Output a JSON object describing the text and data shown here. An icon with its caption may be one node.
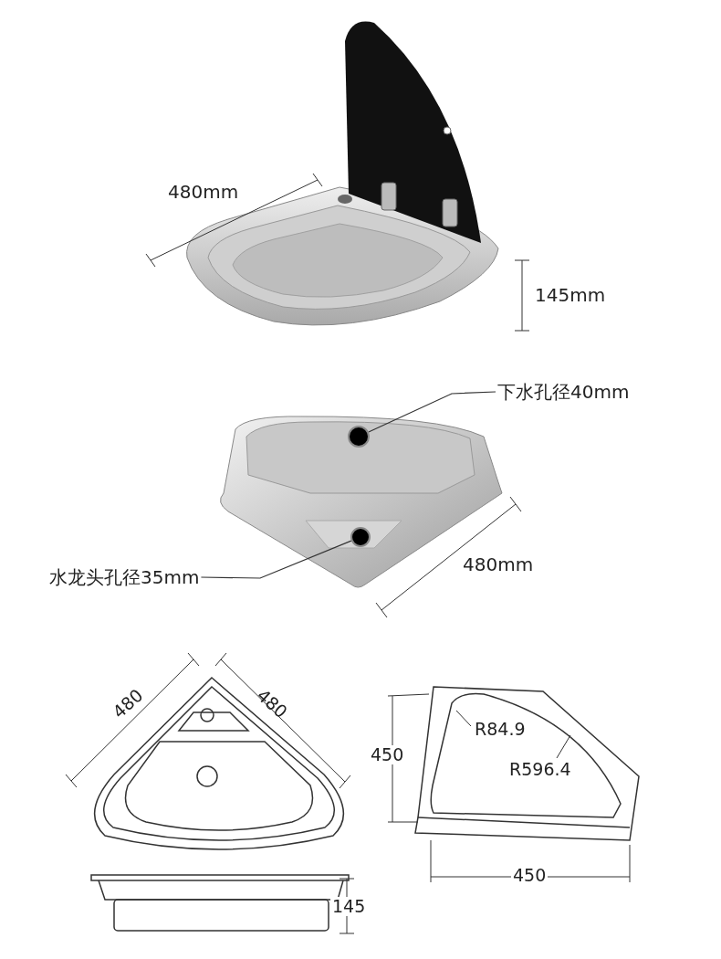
{
  "diagram": {
    "nodes": [
      {
        "text": [
          "下水孔径40mm"
        ]
      },
      {
        "text": [],
        "shape": "circle"
      },
      {
        "text": [
          "水龙头孔径35mm"
        ]
      },
      {
        "text": [],
        "shape": "circle"
      }
    ],
    "edges": [
      {
        "from": 0,
        "to": 1,
        "arrow": "none"
      },
      {
        "from": 2,
        "to": 3,
        "arrow": "none"
      }
    ],
    "labels": [
      "480mm",
      "145mm",
      "480mm",
      "480",
      "480",
      "R84.9",
      "R596.4",
      "450",
      "450",
      "145"
    ]
  }
}
